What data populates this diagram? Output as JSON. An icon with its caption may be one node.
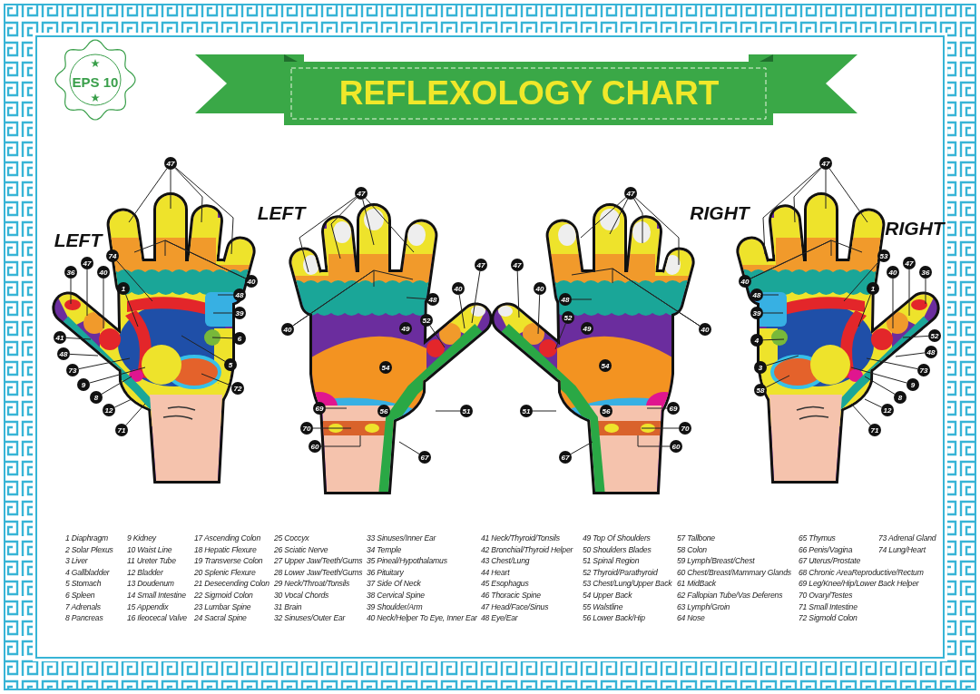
{
  "diagram": {
    "title": "REFLEXOLOGY CHART",
    "nodes": [
      {
        "text": [
          "47"
        ]
      },
      {
        "text": [
          "40"
        ]
      },
      {
        "text": [
          "74"
        ]
      },
      {
        "text": [
          "48"
        ]
      },
      {
        "text": [
          "39"
        ]
      },
      {
        "text": [
          "36"
        ]
      },
      {
        "text": [
          "47"
        ]
      },
      {
        "text": [
          "40"
        ]
      },
      {
        "text": [
          "1"
        ]
      },
      {
        "text": [
          "6"
        ]
      },
      {
        "text": [
          "41"
        ]
      },
      {
        "text": [
          "48"
        ]
      },
      {
        "text": [
          "73"
        ]
      },
      {
        "text": [
          "9"
        ]
      },
      {
        "text": [
          "5"
        ]
      },
      {
        "text": [
          "8"
        ]
      },
      {
        "text": [
          "72"
        ]
      },
      {
        "text": [
          "12"
        ]
      },
      {
        "text": [
          "71"
        ]
      },
      {
        "text": [
          "47"
        ]
      },
      {
        "text": [
          "40"
        ]
      },
      {
        "text": [
          "48"
        ]
      },
      {
        "text": [
          "47"
        ]
      },
      {
        "text": [
          "40"
        ]
      },
      {
        "text": [
          "52"
        ]
      },
      {
        "text": [
          "69"
        ]
      },
      {
        "text": [
          "51"
        ]
      },
      {
        "text": [
          "70"
        ]
      },
      {
        "text": [
          "60"
        ]
      },
      {
        "text": [
          "67"
        ]
      },
      {
        "text": [
          "47"
        ]
      },
      {
        "text": [
          "40"
        ]
      },
      {
        "text": [
          "48"
        ]
      },
      {
        "text": [
          "47"
        ]
      },
      {
        "text": [
          "40"
        ]
      },
      {
        "text": [
          "52"
        ]
      },
      {
        "text": [
          "51"
        ]
      },
      {
        "text": [
          "69"
        ]
      },
      {
        "text": [
          "70"
        ]
      },
      {
        "text": [
          "60"
        ]
      },
      {
        "text": [
          "67"
        ]
      },
      {
        "text": [
          "47"
        ]
      },
      {
        "text": [
          "40"
        ]
      },
      {
        "text": [
          "53"
        ]
      },
      {
        "text": [
          "47"
        ]
      },
      {
        "text": [
          "36"
        ]
      },
      {
        "text": [
          "40"
        ]
      },
      {
        "text": [
          "1"
        ]
      },
      {
        "text": [
          "48"
        ]
      },
      {
        "text": [
          "39"
        ]
      },
      {
        "text": [
          "52"
        ]
      },
      {
        "text": [
          "48"
        ]
      },
      {
        "text": [
          "4"
        ]
      },
      {
        "text": [
          "73"
        ]
      },
      {
        "text": [
          "9"
        ]
      },
      {
        "text": [
          "3"
        ]
      },
      {
        "text": [
          "8"
        ]
      },
      {
        "text": [
          "58"
        ]
      },
      {
        "text": [
          "12"
        ]
      },
      {
        "text": [
          "71"
        ]
      },
      {
        "text": [
          "49"
        ]
      },
      {
        "text": [
          "54"
        ]
      },
      {
        "text": [
          "56"
        ]
      },
      {
        "text": [
          "49"
        ]
      },
      {
        "text": [
          "54"
        ]
      },
      {
        "text": [
          "56"
        ]
      }
    ],
    "edges": [
      {
        "from": 0,
        "to": null,
        "arrow": "none"
      },
      {
        "from": 0,
        "to": null,
        "arrow": "none"
      },
      {
        "from": 0,
        "to": null,
        "arrow": "none"
      },
      {
        "from": 0,
        "to": null,
        "arrow": "none"
      },
      {
        "from": 1,
        "to": null,
        "arrow": "none"
      },
      {
        "from": 1,
        "to": null,
        "arrow": "none"
      },
      {
        "from": 2,
        "to": null,
        "arrow": "none"
      },
      {
        "from": 3,
        "to": null,
        "arrow": "none"
      },
      {
        "from": 4,
        "to": null,
        "arrow": "none"
      },
      {
        "from": 5,
        "to": null,
        "arrow": "none"
      },
      {
        "from": 6,
        "to": null,
        "arrow": "none"
      },
      {
        "from": 7,
        "to": null,
        "arrow": "none"
      },
      {
        "from": 8,
        "to": null,
        "arrow": "none"
      },
      {
        "from": 9,
        "to": null,
        "arrow": "none"
      },
      {
        "from": 10,
        "to": null,
        "arrow": "none"
      },
      {
        "from": 11,
        "to": null,
        "arrow": "none"
      },
      {
        "from": 12,
        "to": null,
        "arrow": "none"
      },
      {
        "from": 13,
        "to": null,
        "arrow": "none"
      },
      {
        "from": 14,
        "to": null,
        "arrow": "none"
      },
      {
        "from": 15,
        "to": null,
        "arrow": "none"
      },
      {
        "from": 16,
        "to": null,
        "arrow": "none"
      },
      {
        "from": 17,
        "to": null,
        "arrow": "none"
      },
      {
        "from": 18,
        "to": null,
        "arrow": "none"
      },
      {
        "from": 19,
        "to": null,
        "arrow": "none"
      },
      {
        "from": 19,
        "to": null,
        "arrow": "none"
      },
      {
        "from": 19,
        "to": null,
        "arrow": "none"
      },
      {
        "from": 19,
        "to": null,
        "arrow": "none"
      },
      {
        "from": 20,
        "to": null,
        "arrow": "none"
      },
      {
        "from": 20,
        "to": null,
        "arrow": "none"
      },
      {
        "from": 21,
        "to": null,
        "arrow": "none"
      },
      {
        "from": 22,
        "to": null,
        "arrow": "none"
      },
      {
        "from": 23,
        "to": null,
        "arrow": "none"
      },
      {
        "from": 24,
        "to": null,
        "arrow": "none"
      },
      {
        "from": 25,
        "to": null,
        "arrow": "none"
      },
      {
        "from": 26,
        "to": null,
        "arrow": "none"
      },
      {
        "from": 27,
        "to": null,
        "arrow": "none"
      },
      {
        "from": 28,
        "to": null,
        "arrow": "none"
      },
      {
        "from": 29,
        "to": null,
        "arrow": "none"
      },
      {
        "from": 30,
        "to": null,
        "arrow": "none"
      },
      {
        "from": 30,
        "to": null,
        "arrow": "none"
      },
      {
        "from": 30,
        "to": null,
        "arrow": "none"
      },
      {
        "from": 30,
        "to": null,
        "arrow": "none"
      },
      {
        "from": 31,
        "to": null,
        "arrow": "none"
      },
      {
        "from": 31,
        "to": null,
        "arrow": "none"
      },
      {
        "from": 32,
        "to": null,
        "arrow": "none"
      },
      {
        "from": 33,
        "to": null,
        "arrow": "none"
      },
      {
        "from": 34,
        "to": null,
        "arrow": "none"
      },
      {
        "from": 35,
        "to": null,
        "arrow": "none"
      },
      {
        "from": 36,
        "to": null,
        "arrow": "none"
      },
      {
        "from": 37,
        "to": null,
        "arrow": "none"
      },
      {
        "from": 38,
        "to": null,
        "arrow": "none"
      },
      {
        "from": 39,
        "to": null,
        "arrow": "none"
      },
      {
        "from": 40,
        "to": null,
        "arrow": "none"
      },
      {
        "from": 41,
        "to": null,
        "arrow": "none"
      },
      {
        "from": 41,
        "to": null,
        "arrow": "none"
      },
      {
        "from": 41,
        "to": null,
        "arrow": "none"
      },
      {
        "from": 41,
        "to": null,
        "arrow": "none"
      },
      {
        "from": 42,
        "to": null,
        "arrow": "none"
      },
      {
        "from": 42,
        "to": null,
        "arrow": "none"
      },
      {
        "from": 43,
        "to": null,
        "arrow": "none"
      },
      {
        "from": 44,
        "to": null,
        "arrow": "none"
      },
      {
        "from": 45,
        "to": null,
        "arrow": "none"
      },
      {
        "from": 46,
        "to": null,
        "arrow": "none"
      },
      {
        "from": 47,
        "to": null,
        "arrow": "none"
      },
      {
        "from": 48,
        "to": null,
        "arrow": "none"
      },
      {
        "from": 49,
        "to": null,
        "arrow": "none"
      },
      {
        "from": 50,
        "to": null,
        "arrow": "none"
      },
      {
        "from": 51,
        "to": null,
        "arrow": "none"
      },
      {
        "from": 52,
        "to": null,
        "arrow": "none"
      },
      {
        "from": 53,
        "to": null,
        "arrow": "none"
      },
      {
        "from": 54,
        "to": null,
        "arrow": "none"
      },
      {
        "from": 55,
        "to": null,
        "arrow": "none"
      },
      {
        "from": 56,
        "to": null,
        "arrow": "none"
      },
      {
        "from": 57,
        "to": null,
        "arrow": "none"
      },
      {
        "from": 58,
        "to": null,
        "arrow": "none"
      },
      {
        "from": 59,
        "to": null,
        "arrow": "none"
      }
    ],
    "labels": [
      "EPS 10",
      "LEFT",
      "LEFT",
      "RIGHT",
      "RIGHT",
      "1 Diaphragm",
      "2 Solar Plexus",
      "3 Liver",
      "4 Gallbladder",
      "5 Stomach",
      "6 Spleen",
      "7 Adrenals",
      "8 Pancreas",
      "9 Kidney",
      "10 Waist Line",
      "11 Ureter Tube",
      "12 Bladder",
      "13 Doudenum",
      "14 Small Intestine",
      "15 Appendix",
      "16 Ileocecal Valve",
      "17 Ascending Colon",
      "18 Hepatic Flexure",
      "19 Transverse Colon",
      "20 Splenic Flexure",
      "21 Desecending Colon",
      "22 Sigmoid Colon",
      "23 Lumbar Spine",
      "24 Sacral Spine",
      "25 Coccyx",
      "26 Sciatic Nerve",
      "27 Upper Jaw/Teeth/Gums",
      "28 Lower Jaw/Teeth/Gums",
      "29 Neck/Throat/Tonsils",
      "30 Vocal Chords",
      "31 Brain",
      "32 Sinuses/Outer Ear",
      "33 Sinuses/Inner Ear",
      "34 Temple",
      "35 Pineal/Hypothalamus",
      "36 Pituitary",
      "37 Side Of Neck",
      "38 Cervical Spine",
      "39 Shoulder/Arm",
      "40 Neck/Helper To Eye, Inner Ear",
      "41 Neck/Thyroid/Tonsils",
      "42 Bronchial/Thyroid Helper",
      "43 Chest/Lung",
      "44 Heart",
      "45 Esophagus",
      "46 Thoracic Spine",
      "47 Head/Face/Sinus",
      "48 Eye/Ear",
      "49 Top Of Shoulders",
      "50 Shoulders Blades",
      "51 Spinal Region",
      "52 Thyroid/Parathyroid",
      "53 Chest/Lung/Upper Back",
      "54 Upper Back",
      "55 Walstline",
      "56 Lower Back/Hip",
      "57 Tallbone",
      "58 Colon",
      "59 Lymph/Breast/Chest",
      "60 Chest/Breast/Mammary Glands",
      "61 MidBack",
      "62 Fallopian Tube/Vas Deferens",
      "63 Lymph/Groin",
      "64 Nose",
      "65 Thymus",
      "66 Penis/Vagina",
      "67 Uterus/Prostate",
      "68 Chronic AreaReproductive/Rectum",
      "69 Leg/Knee/Hip/Lower Back Helper",
      "70 Ovary/Testes",
      "71 Small Intestine",
      "72 Sigmold Colon",
      "73 Adrenal Gland",
      "74 Lung/Heart"
    ]
  }
}
